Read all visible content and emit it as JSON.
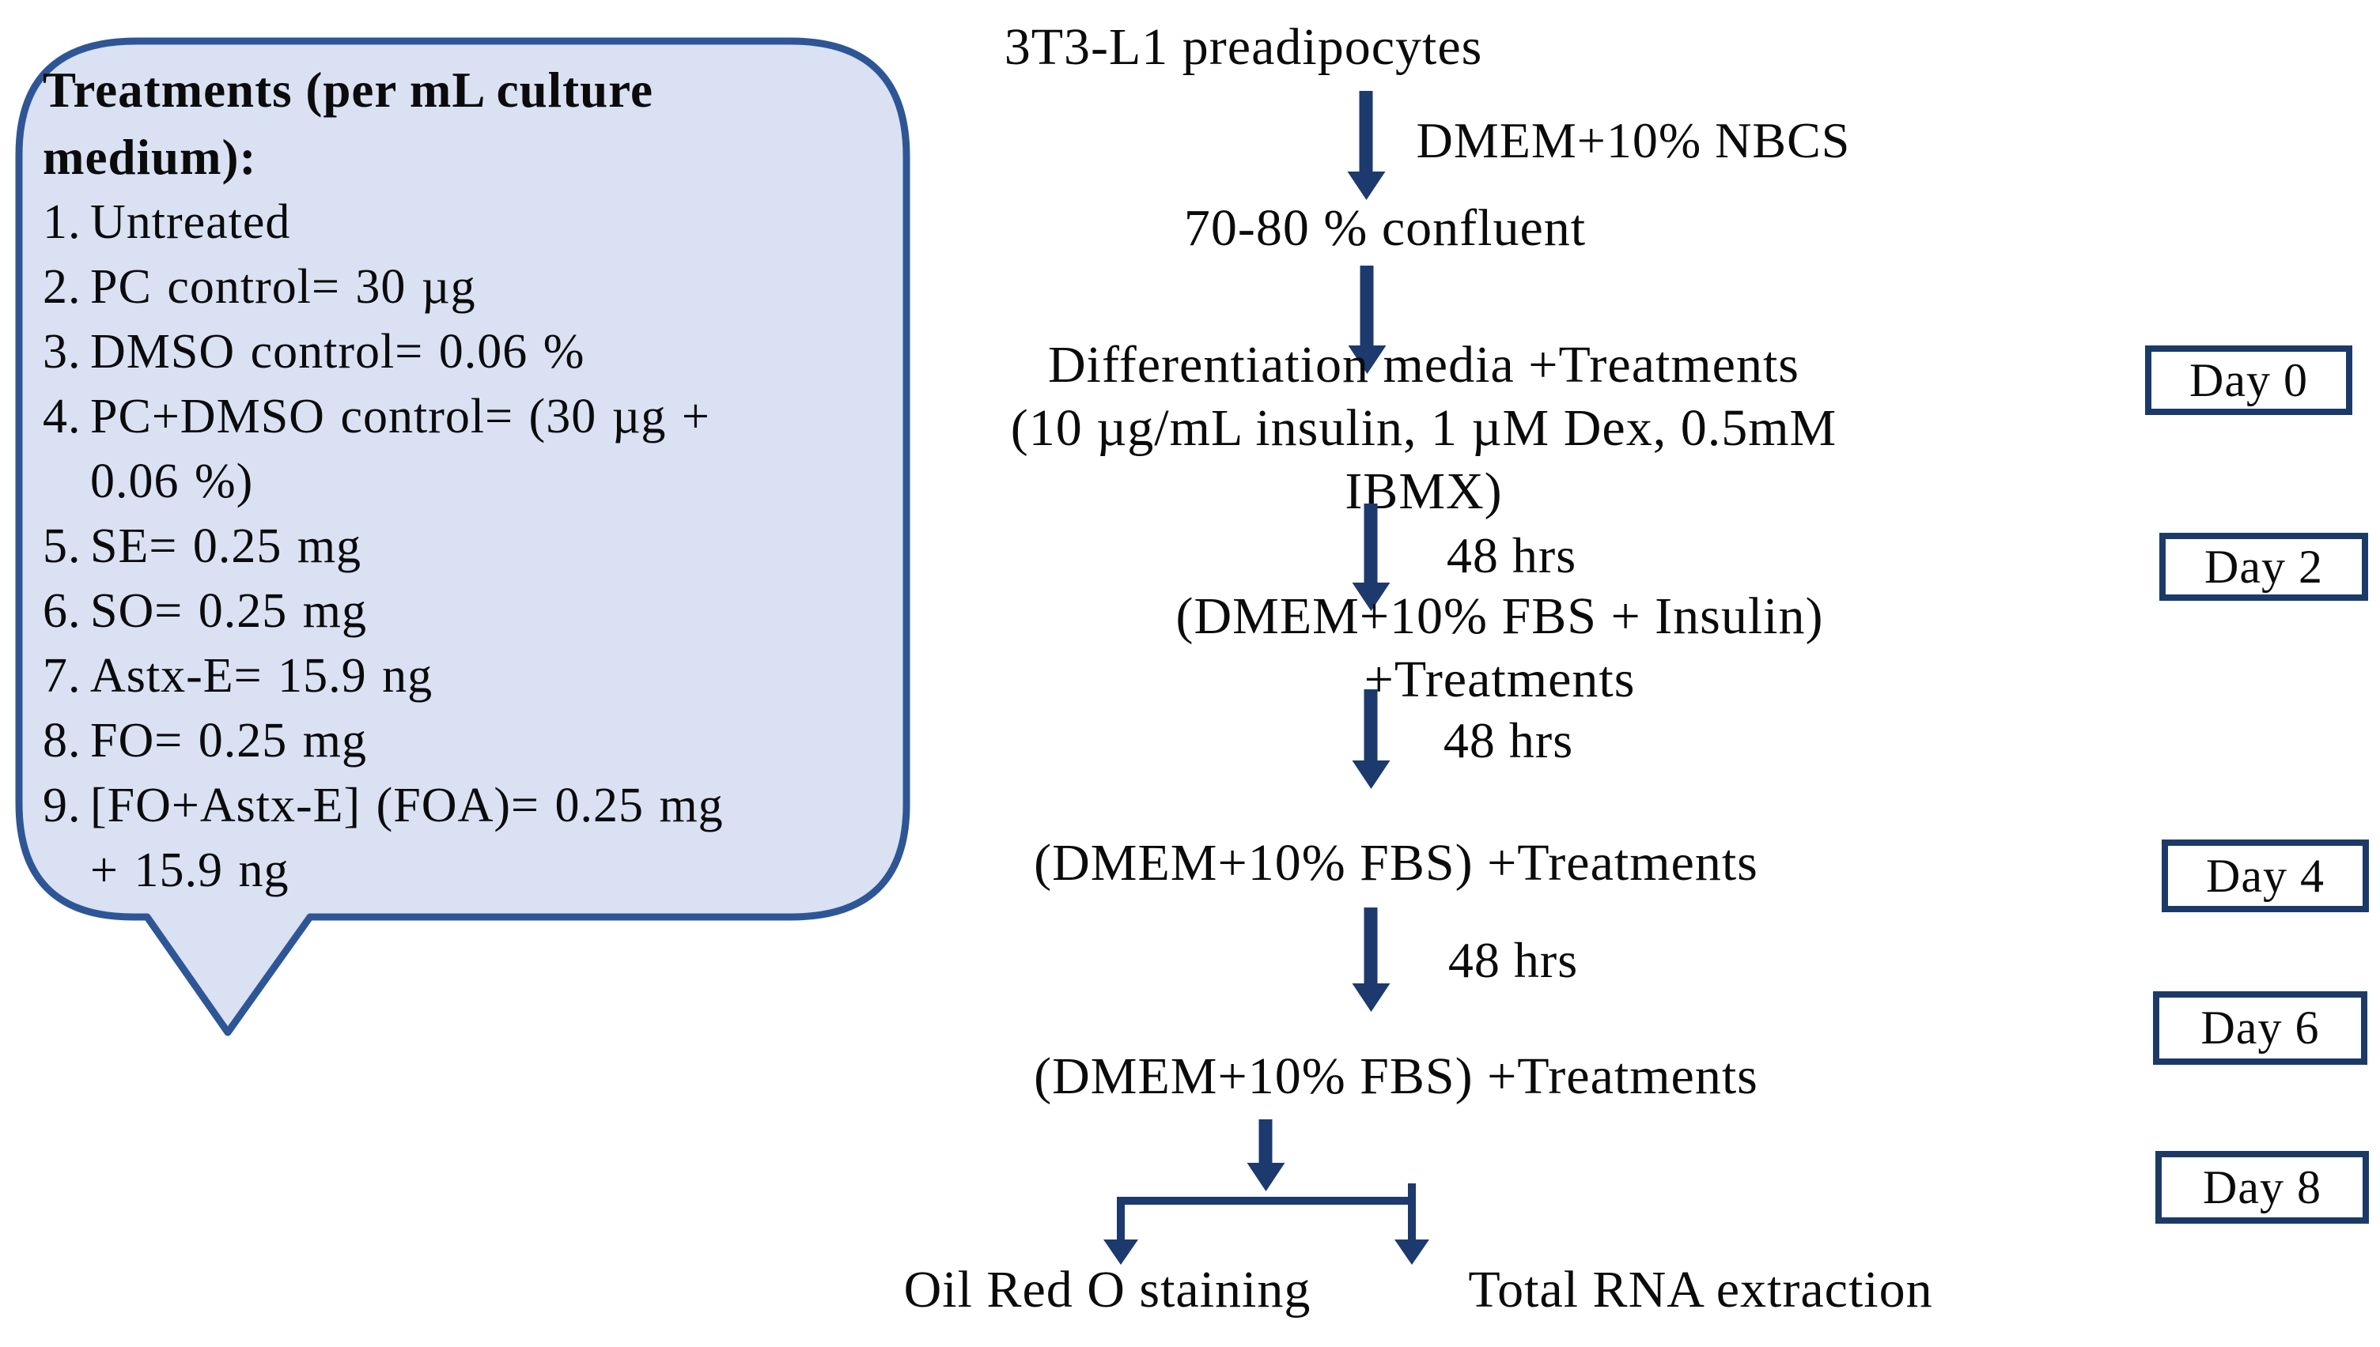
{
  "bubble": {
    "title": "Treatments (per mL culture\nmedium):",
    "items": [
      {
        "num": "1.",
        "text": "Untreated"
      },
      {
        "num": "2.",
        "text": "PC control= 30 µg"
      },
      {
        "num": "3.",
        "text": "DMSO control= 0.06 %"
      },
      {
        "num": "4.",
        "text": "PC+DMSO control= (30 µg +\n0.06 %)"
      },
      {
        "num": "5.",
        "text": "SE= 0.25 mg"
      },
      {
        "num": "6.",
        "text": "SO= 0.25 mg"
      },
      {
        "num": "7.",
        "text": "Astx-E= 15.9 ng"
      },
      {
        "num": "8.",
        "text": "FO= 0.25 mg"
      },
      {
        "num": "9.",
        "text": "[FO+Astx-E] (FOA)= 0.25 mg\n+ 15.9 ng"
      }
    ]
  },
  "flow": {
    "node_start": "3T3-L1 preadipocytes",
    "arrow1_label": "DMEM+10% NBCS",
    "node_confluent": "70-80 % confluent",
    "node_differentiation": "Differentiation media +Treatments\n(10 µg/mL insulin, 1 µM Dex, 0.5mM IBMX)",
    "arrow3_label": "48 hrs",
    "node_day2": "(DMEM+10% FBS + Insulin) +Treatments",
    "arrow4_label": "48 hrs",
    "node_day4": "(DMEM+10% FBS) +Treatments",
    "arrow5_label": "48 hrs",
    "node_day6": "(DMEM+10% FBS) +Treatments",
    "leaf_left": "Oil Red O staining",
    "leaf_right": "Total RNA extraction"
  },
  "timeline": [
    {
      "label": "Day 0"
    },
    {
      "label": "Day 2"
    },
    {
      "label": "Day 4"
    },
    {
      "label": "Day 6"
    },
    {
      "label": "Day 8"
    }
  ],
  "colors": {
    "arrow_navy": "#1c3a6e",
    "day_box_border": "#1b3a68",
    "bubble_fill": "#d9e1f3",
    "bubble_border": "#2e5696",
    "text": "#0b0b0b",
    "background": "#ffffff"
  }
}
